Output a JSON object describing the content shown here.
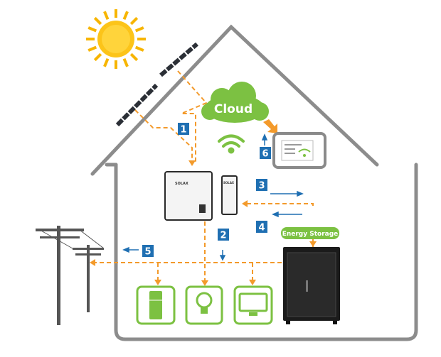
{
  "cloud": {
    "label": "Cloud"
  },
  "inverter": {
    "brand": "SOLAX"
  },
  "storage": {
    "label": "Energy Storage"
  },
  "steps": [
    "1",
    "2",
    "3",
    "4",
    "5",
    "6"
  ],
  "colors": {
    "green": "#7cc142",
    "orange": "#f39a2b",
    "blue": "#1f6fb2",
    "gray": "#8a8a8a"
  }
}
